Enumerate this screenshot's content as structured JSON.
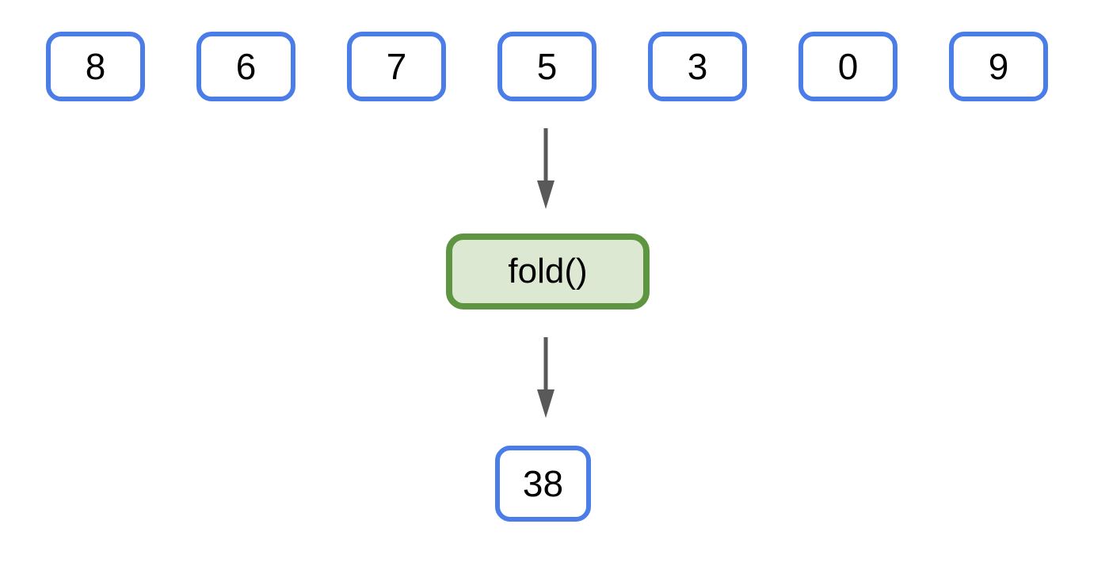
{
  "diagram": {
    "title_semantic": "fold operation diagram",
    "input_values": [
      "8",
      "6",
      "7",
      "5",
      "3",
      "0",
      "9"
    ],
    "operation_label": "fold()",
    "result_value": "38",
    "colors": {
      "input_box_border": "#4a7de8",
      "operation_box_border": "#5d9540",
      "operation_box_fill": "#dce8d1",
      "arrow": "#595959",
      "text": "#000000",
      "background": "#ffffff"
    }
  }
}
